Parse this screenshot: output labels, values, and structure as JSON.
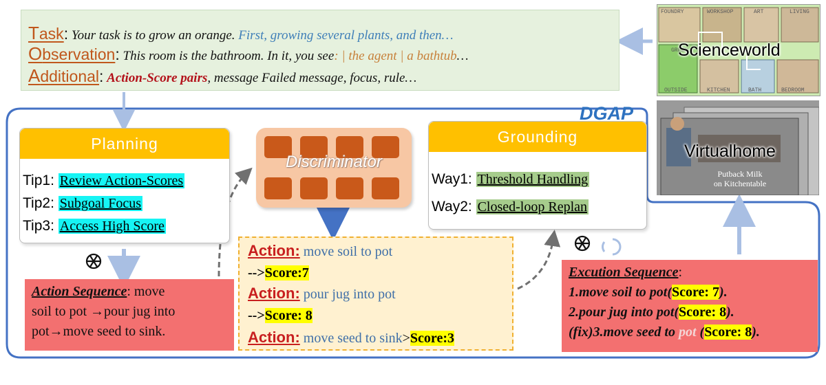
{
  "top": {
    "task_key_first": "T",
    "task_key_rest": "ask",
    "task_text": "Your task is to grow an orange.",
    "task_text_blue": "First, growing several plants, and then…",
    "obs_key_first": "O",
    "obs_key_rest": "bservation",
    "obs_text": "This room is the bathroom. In it, you see",
    "obs_text_orange": ": | the agent | a bathtub",
    "obs_tail": "…",
    "add_key_first": "A",
    "add_key_rest": "dditional",
    "add_text_red": "Action-Score pairs",
    "add_text": ", message Failed message, focus, rule…",
    "colon": ":"
  },
  "dgap_label": "DGAP",
  "planning": {
    "title": "Planning",
    "tips": [
      {
        "key": "Tip1: ",
        "value": "Review Action-Scores"
      },
      {
        "key": "Tip2: ",
        "value": "Subgoal Focus"
      },
      {
        "key": "Tip3: ",
        "value": "Access High Score"
      }
    ]
  },
  "discriminator": {
    "label": "Discriminator"
  },
  "grounding": {
    "title": "Grounding",
    "ways": [
      {
        "key": "Way1: ",
        "value": "Threshold Handling"
      },
      {
        "key": "Way2: ",
        "value": "Closed-loop Replan"
      }
    ]
  },
  "action_sequence": {
    "label": "Action Sequence",
    "line1": ": move",
    "line2": "soil to pot →pour jug into",
    "line3": "pot→move seed to sink."
  },
  "center": {
    "act_kw": "Action:",
    "a1": " move soil to pot",
    "arrow1": "-->",
    "s1": "Score:7",
    "a2": " pour jug into pot",
    "arrow2": "-->",
    "s2": "Score: 8",
    "a3": " move seed to sink",
    "sep3": ">",
    "s3": "Score:3"
  },
  "execution": {
    "label": "Excution Sequence",
    "label_colon": ":",
    "l1": "1.move soil to pot(",
    "s1": "Score: 7",
    "l1_end": ").",
    "l2": "2.pour jug into pot(",
    "s2": "Score: 8",
    "l2_end": ").",
    "l3": "(fix)3.move seed to ",
    "l3_pot": "pot",
    "l3_mid": " (",
    "s3": "Score: 8",
    "l3_end": ")."
  },
  "scienceworld": {
    "label": "Scienceworld",
    "rooms": [
      "FOUNDRY",
      "WORKSHOP",
      "ART",
      "LIVING",
      "GREEN",
      "OUTSIDE",
      "KITCHEN",
      "BATH",
      "BEDROOM"
    ]
  },
  "virtualhome": {
    "label": "Virtualhome",
    "caption1": "Putback Milk",
    "caption2": "on Kitchentable"
  },
  "colors": {
    "frame_blue": "#4472c4",
    "header_yellow": "#ffc000",
    "tip_cyan": "#16f4f4",
    "way_green": "#a6cc8c",
    "red_box": "#f37070",
    "score_yellow": "#ffff00"
  }
}
